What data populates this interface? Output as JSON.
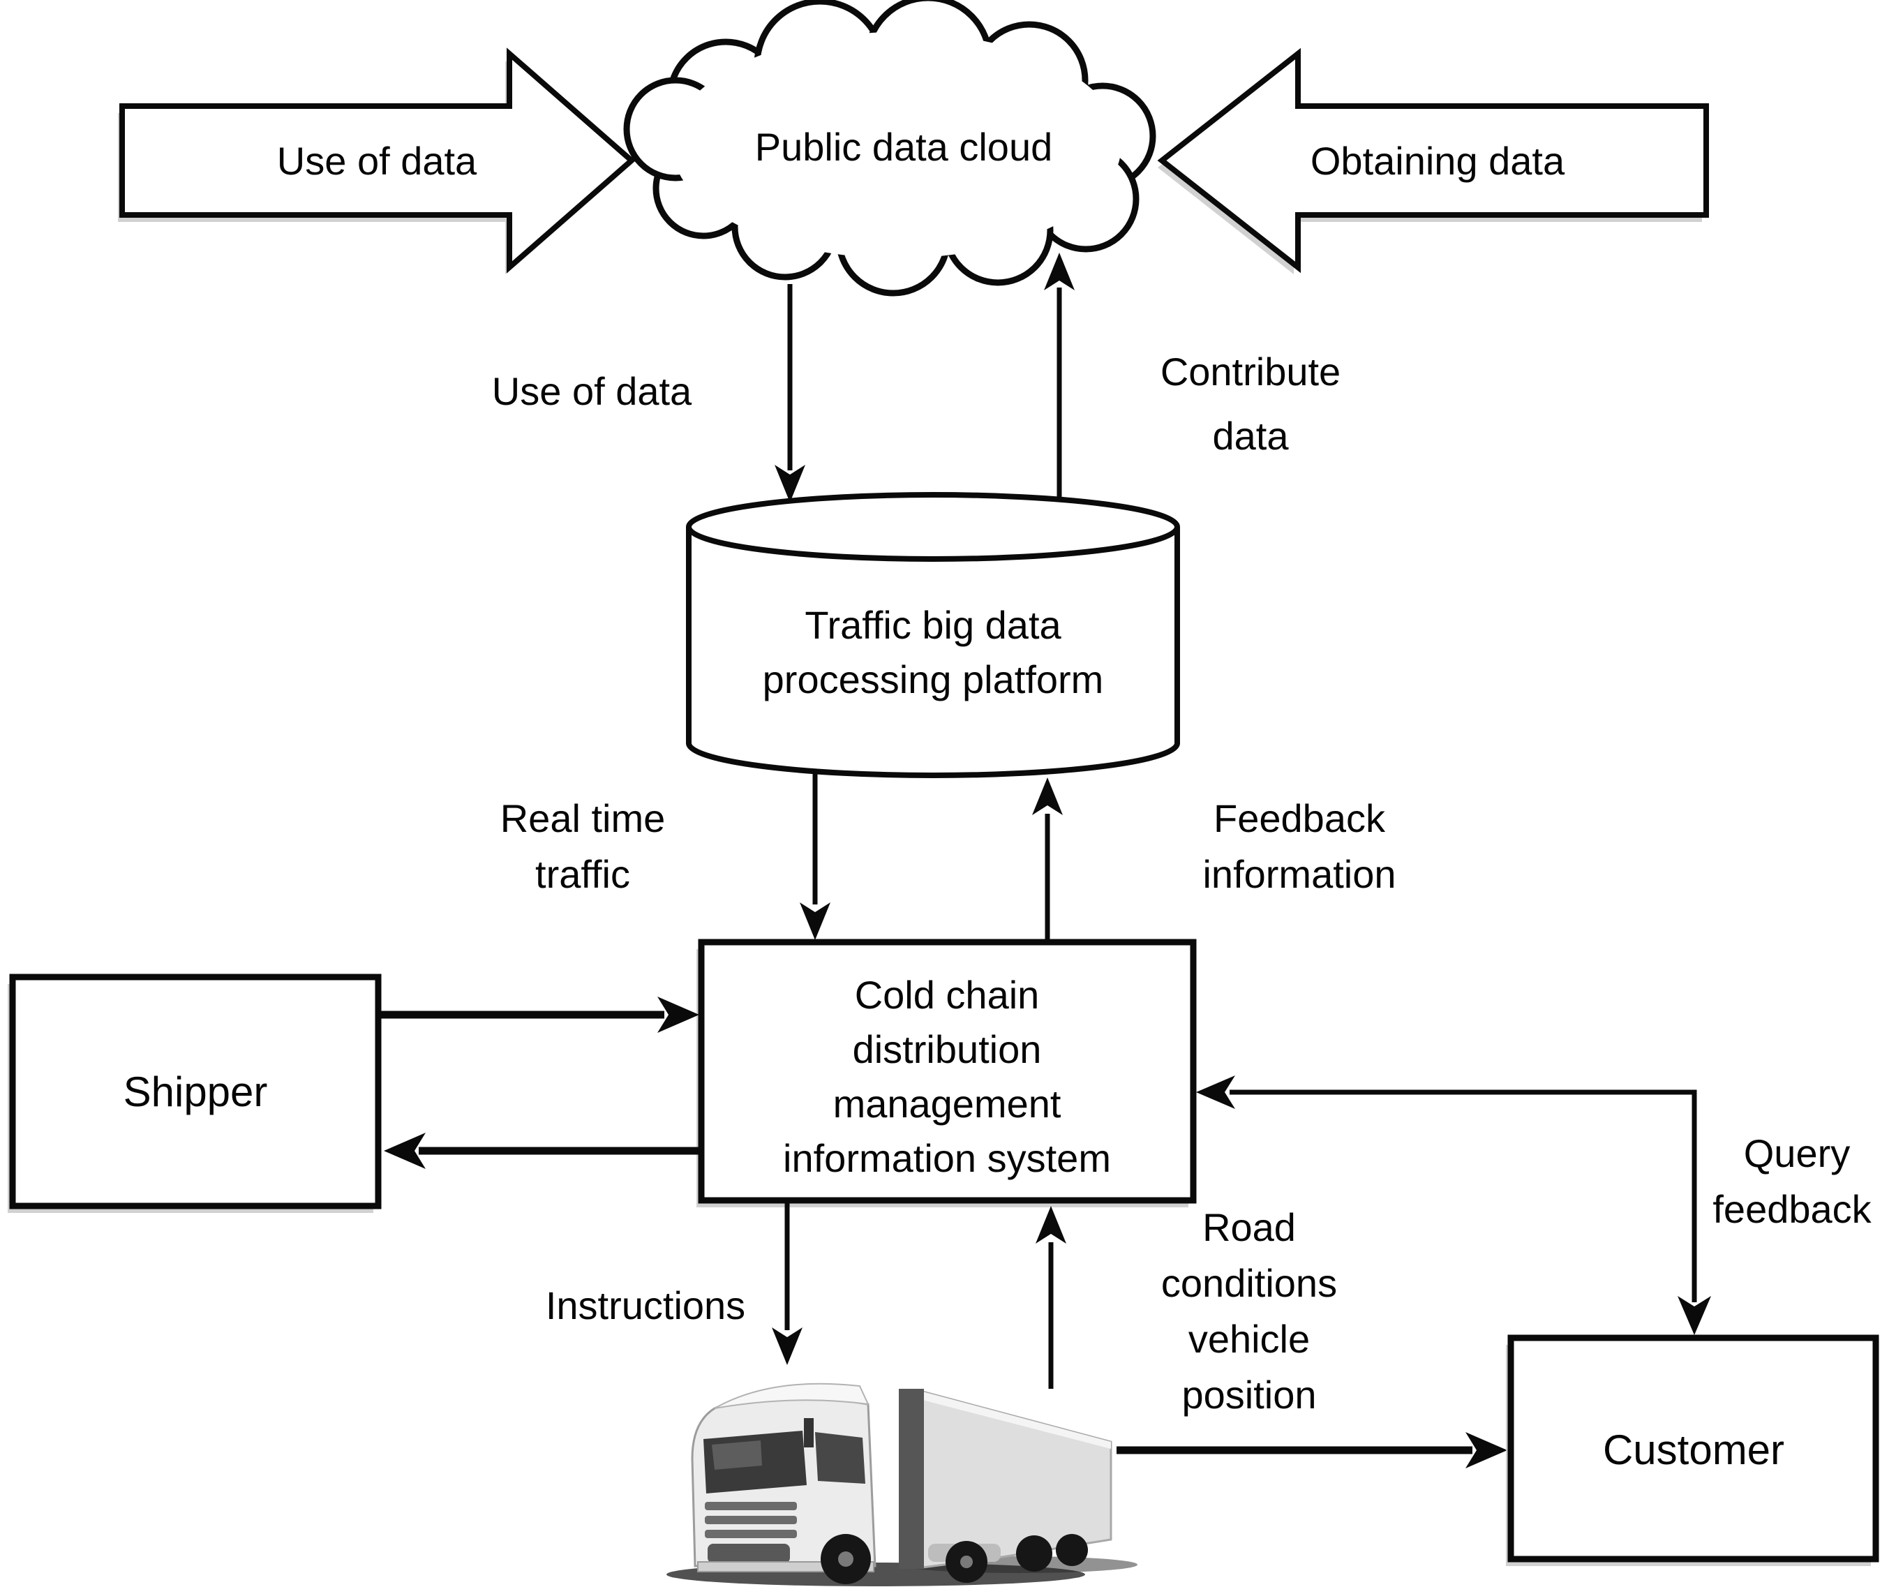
{
  "cloud": {
    "label": "Public data cloud"
  },
  "block_arrows": {
    "use_of_data": "Use of data",
    "obtaining_data": "Obtaining data"
  },
  "platform": {
    "line1": "Traffic big data",
    "line2": "processing platform"
  },
  "system_box": {
    "line1": "Cold chain",
    "line2": "distribution",
    "line3": "management",
    "line4": "information system"
  },
  "shipper": {
    "label": "Shipper"
  },
  "customer": {
    "label": "Customer"
  },
  "flow_labels": {
    "use_of_data": "Use of data",
    "contribute_data": {
      "line1": "Contribute",
      "line2": "data"
    },
    "real_time_traffic": {
      "line1": "Real time",
      "line2": "traffic"
    },
    "feedback_information": {
      "line1": "Feedback",
      "line2": "information"
    },
    "instructions": "Instructions",
    "road_conditions": {
      "line1": "Road",
      "line2": "conditions",
      "line3": "vehicle",
      "line4": "position"
    },
    "query_feedback": {
      "line1": "Query",
      "line2": "feedback"
    }
  },
  "colors": {
    "ink": "#0a0a0a",
    "paper": "#ffffff",
    "truck_body": "#efefef",
    "truck_trailer": "#dedede",
    "truck_glass": "#3a3a3a",
    "ground_shadow": "#262626"
  }
}
